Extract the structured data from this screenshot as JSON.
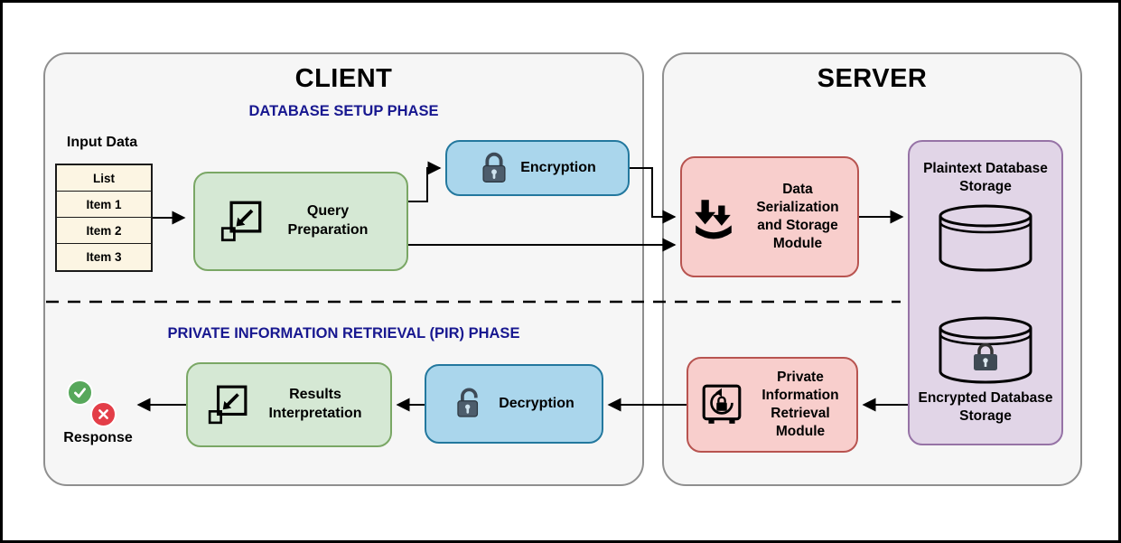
{
  "diagram": {
    "client": {
      "title": "CLIENT",
      "setup_phase": "DATABASE SETUP PHASE",
      "pir_phase": "PRIVATE INFORMATION RETRIEVAL (PIR) PHASE",
      "input_data_label": "Input Data",
      "table": {
        "header": "List",
        "rows": [
          "Item 1",
          "Item 2",
          "Item 3"
        ]
      },
      "query_preparation": "Query Preparation",
      "encryption": "Encryption",
      "results_interpretation": "Results Interpretation",
      "decryption": "Decryption",
      "response_label": "Response"
    },
    "server": {
      "title": "SERVER",
      "data_serialization": "Data Serialization and Storage Module",
      "plaintext_storage": "Plaintext Database Storage",
      "encrypted_storage": "Encrypted Database Storage",
      "pir_module": "Private Information Retrieval Module"
    },
    "colors": {
      "green_fill": "#d5e8d4",
      "green_border": "#7aa765",
      "blue_fill": "#aad6ec",
      "blue_border": "#23789e",
      "red_fill": "#f8cecc",
      "red_border": "#b85450",
      "purple_fill": "#e1d5e7",
      "purple_border": "#9673a6",
      "phase_text_color": "#181890",
      "check_green": "#57a85b",
      "cross_red": "#e33e48"
    }
  }
}
